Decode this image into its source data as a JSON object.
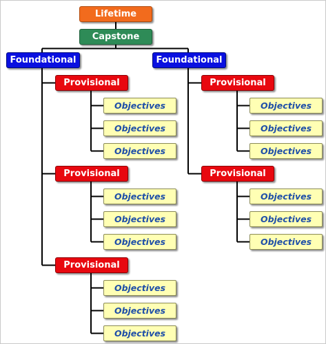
{
  "root": {
    "label": "Lifetime"
  },
  "capstone": {
    "label": "Capstone"
  },
  "foundational": [
    {
      "label": "Foundational",
      "provisional": [
        {
          "label": "Provisional",
          "objectives": [
            "Objectives",
            "Objectives",
            "Objectives"
          ]
        },
        {
          "label": "Provisional",
          "objectives": [
            "Objectives",
            "Objectives",
            "Objectives"
          ]
        },
        {
          "label": "Provisional",
          "objectives": [
            "Objectives",
            "Objectives",
            "Objectives"
          ]
        }
      ]
    },
    {
      "label": "Foundational",
      "provisional": [
        {
          "label": "Provisional",
          "objectives": [
            "Objectives",
            "Objectives",
            "Objectives"
          ]
        },
        {
          "label": "Provisional",
          "objectives": [
            "Objectives",
            "Objectives",
            "Objectives"
          ]
        }
      ]
    }
  ],
  "colors": {
    "lifetime": "#f26b1d",
    "capstone": "#2e8b57",
    "foundational": "#0a10e0",
    "provisional": "#e8080f",
    "objective_fill": "#ffffb4",
    "objective_text": "#1f4fa8",
    "connector": "#000000"
  }
}
